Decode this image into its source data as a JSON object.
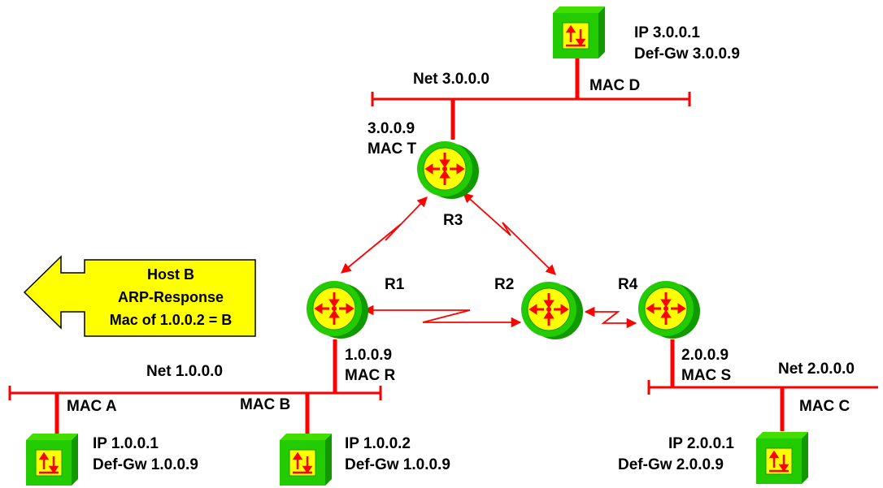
{
  "colors": {
    "network_line": "#ff0000",
    "device_green": "#22cc00",
    "device_green_dark": "#119900",
    "device_face": "#ffff00",
    "arrow_red": "#ff0000",
    "callout_fill": "#ffff00",
    "label": "#000000"
  },
  "networks": {
    "net3": {
      "label": "Net 3.0.0.0"
    },
    "net1": {
      "label": "Net 1.0.0.0"
    },
    "net2": {
      "label": "Net 2.0.0.0"
    }
  },
  "routers": {
    "r1": {
      "name": "R1",
      "ip": "1.0.0.9",
      "mac": "MAC R"
    },
    "r2": {
      "name": "R2"
    },
    "r3": {
      "name": "R3",
      "ip": "3.0.0.9",
      "mac": "MAC T"
    },
    "r4": {
      "name": "R4",
      "ip": "2.0.0.9",
      "mac": "MAC S"
    }
  },
  "hosts": {
    "a": {
      "mac": "MAC A",
      "ip": "IP 1.0.0.1",
      "gw": "Def-Gw  1.0.0.9"
    },
    "b": {
      "mac": "MAC B",
      "ip": "IP 1.0.0.2",
      "gw": "Def-Gw  1.0.0.9"
    },
    "c": {
      "mac": "MAC C",
      "ip": "IP 2.0.0.1",
      "gw": "Def-Gw  2.0.0.9"
    },
    "d": {
      "mac": "MAC D",
      "ip": "IP 3.0.0.1",
      "gw": "Def-Gw  3.0.0.9"
    }
  },
  "callout": {
    "line1": "Host B",
    "line2": "ARP-Response",
    "line3": "Mac of 1.0.0.2 = B"
  }
}
